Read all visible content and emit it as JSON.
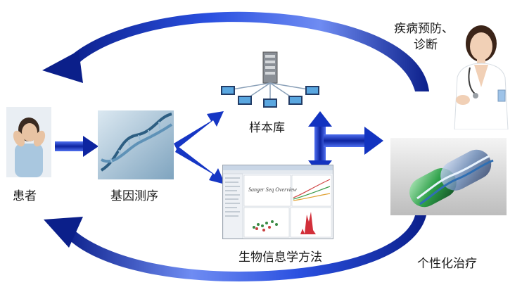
{
  "nodes": {
    "patient": "患者",
    "sequencing": "基因测序",
    "sample_bank": "样本库",
    "bioinformatics": "生物信息学方法",
    "personalized": "个性化治疗",
    "prevention_line1": "疾病预防、",
    "prevention_line2": "诊断"
  },
  "software_window": {
    "tab_text": "Sanger  Seq  Overview"
  },
  "colors": {
    "arrow_dark": "#0b1f8a",
    "arrow_mid": "#1f44d6",
    "arrow_light": "#6f8cf2",
    "capsule_green": "#2fa14a",
    "dna_blue": "#3f8ec7"
  }
}
